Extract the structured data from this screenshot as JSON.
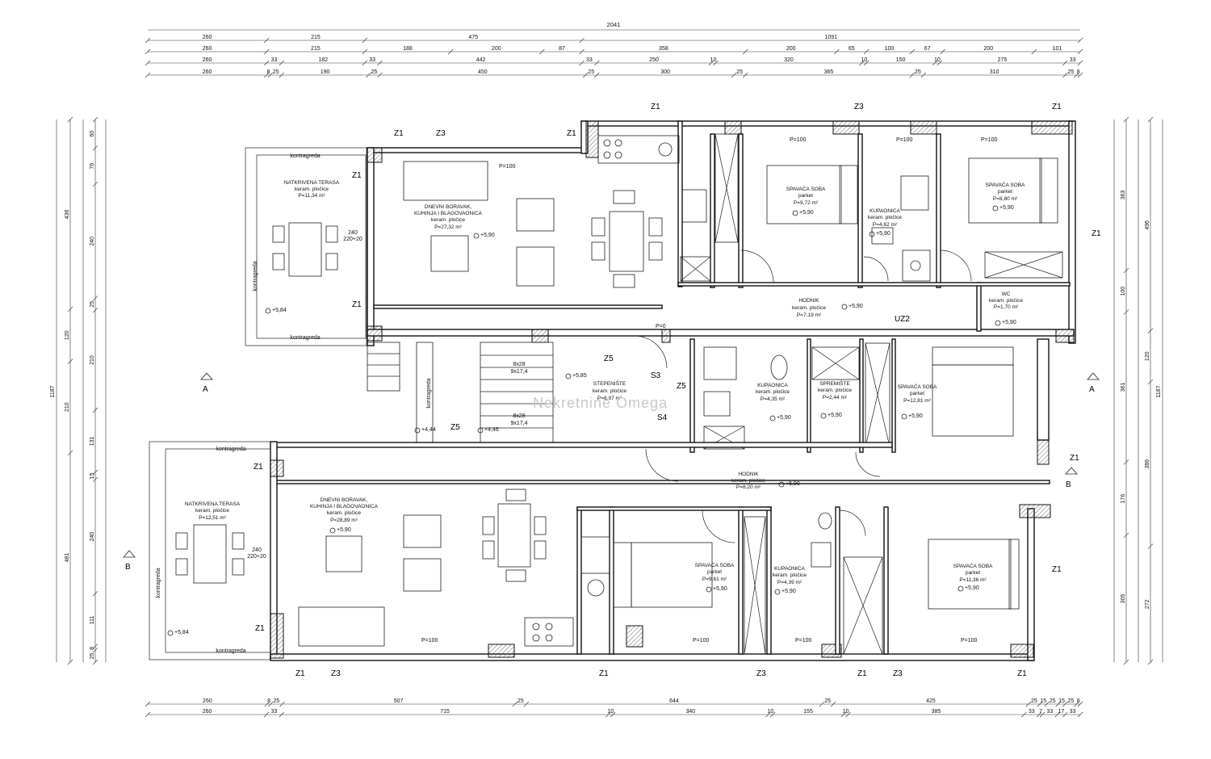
{
  "dimensions": {
    "top_total": "2041",
    "top_row1": [
      "260",
      "215",
      "475",
      "1091"
    ],
    "top_row2": [
      "260",
      "215",
      "188",
      "200",
      "87",
      "358",
      "200",
      "65",
      "100",
      "67",
      "200",
      "101"
    ],
    "top_row3": [
      "260",
      "33",
      "182",
      "33",
      "442",
      "33",
      "250",
      "10",
      "320",
      "10",
      "150",
      "10",
      "275",
      "33"
    ],
    "top_row4": [
      "260",
      "8",
      "25",
      "190",
      "25",
      "450",
      "25",
      "300",
      "25",
      "365",
      "25",
      "310",
      "25",
      "8"
    ],
    "bottom_row1": [
      "260",
      "8",
      "25",
      "507",
      "25",
      "644",
      "25",
      "425",
      "25",
      "15",
      "25",
      "15",
      "25",
      "8"
    ],
    "bottom_row2": [
      "260",
      "33",
      "715",
      "10",
      "340",
      "10",
      "155",
      "10",
      "385",
      "33",
      "7",
      "33",
      "17",
      "33"
    ],
    "left_total": "1187",
    "left_col1": [
      "436",
      "120",
      "210",
      "481"
    ],
    "left_col2": [
      "60",
      "76",
      "240",
      "25",
      "210",
      "131",
      "15",
      "240",
      "111",
      "8",
      "25"
    ],
    "right_total": "1187",
    "right_col1": [
      "496",
      "120",
      "386",
      "272"
    ],
    "right_col2": [
      "363",
      "100",
      "361",
      "176",
      "305"
    ]
  },
  "section_marks": {
    "a_left": "A",
    "a_right": "A",
    "b_left": "B",
    "b_right": "B"
  },
  "tags": {
    "z1": "Z1",
    "z3": "Z3",
    "z5": "Z5",
    "s3": "S3",
    "s4": "S4",
    "uz2": "UZ2"
  },
  "rooms_upper": [
    {
      "name": "NATKRIVENA TERASA",
      "floor": "keram. pločice",
      "area": "P=11,34 m²"
    },
    {
      "name": "DNEVNI BORAVAK,",
      "name2": "KUHINJA I BLAGOVAONICA",
      "floor": "keram. pločice",
      "area": "P=27,32 m²"
    },
    {
      "name": "SPAVAĆA SOBA",
      "floor": "parket",
      "area": "P=9,72 m²"
    },
    {
      "name": "KUPAONICA",
      "floor": "keram. pločice",
      "area": "P=4,62 m²"
    },
    {
      "name": "SPAVAĆA SOBA",
      "floor": "parket",
      "area": "P=8,80 m²"
    },
    {
      "name": "HODNIK",
      "floor": "keram. pločice",
      "area": "P=7,19 m²"
    },
    {
      "name": "WC",
      "floor": "keram. pločice",
      "area": "P=1,70 m²"
    }
  ],
  "rooms_middle": [
    {
      "name": "STEPENIŠTE",
      "floor": "keram. pločice",
      "area": "P=8,97 m²"
    },
    {
      "name": "KUPAONICA",
      "floor": "keram. pločice",
      "area": "P=4,35 m²"
    },
    {
      "name": "SPREMIŠTE",
      "floor": "keram. pločice",
      "area": "P=2,44 m²"
    },
    {
      "name": "SPAVAĆA SOBA",
      "floor": "parket",
      "area": "P=12,81 m²"
    },
    {
      "name": "HODNIK",
      "floor": "keram. pločice",
      "area": "P=8,20 m²"
    }
  ],
  "rooms_lower": [
    {
      "name": "NATKRIVENA TERASA",
      "floor": "keram. pločice",
      "area": "P=12,51 m²"
    },
    {
      "name": "DNEVNI BORAVAK,",
      "name2": "KUHINJA I BLAGOVAONICA",
      "floor": "keram. pločice",
      "area": "P=28,89 m²"
    },
    {
      "name": "SPAVAĆA SOBA",
      "floor": "parket",
      "area": "P=9,61 m²"
    },
    {
      "name": "KUPAONICA",
      "floor": "keram. pločice",
      "area": "P=4,39 m²"
    },
    {
      "name": "SPAVAĆA SOBA",
      "floor": "parket",
      "area": "P=11,36 m²"
    }
  ],
  "levels": {
    "floor": "+5,90",
    "terrace": "+5,84",
    "stair1": "+4,44",
    "stair2": "+4,46",
    "stair3": "+5,85"
  },
  "labels": {
    "kontragreda": "kontragreda",
    "stairs1": "8x28",
    "stairs1b": "9x17,4",
    "stairs2": "8x28",
    "stairs2b": "9x17,4",
    "p100": "P=100",
    "p0": "P=0",
    "window": "240",
    "window_sub": "220+20"
  },
  "watermark": "Nekretnine Omega"
}
